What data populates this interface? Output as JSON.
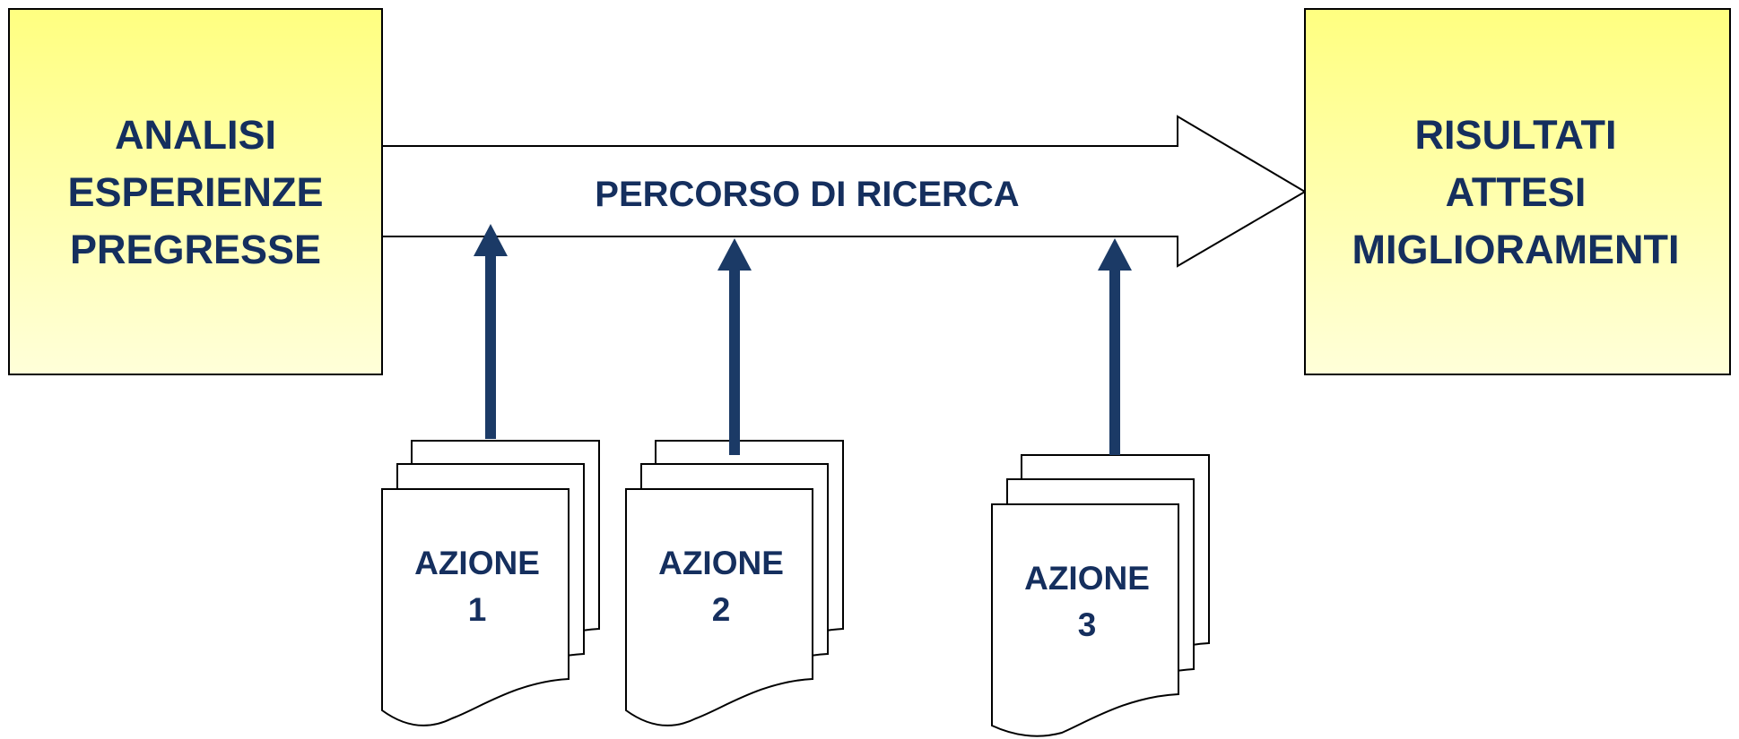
{
  "diagram": {
    "start_box": {
      "lines": [
        "ANALISI",
        "ESPERIENZE",
        "PREGRESSE"
      ]
    },
    "end_box": {
      "lines": [
        "RISULTATI",
        "ATTESI",
        "MIGLIORAMENTI"
      ]
    },
    "main_arrow": {
      "label": "PERCORSO DI RICERCA"
    },
    "actions": [
      {
        "line1": "AZIONE",
        "line2": "1"
      },
      {
        "line1": "AZIONE",
        "line2": "2"
      },
      {
        "line1": "AZIONE",
        "line2": "3"
      }
    ]
  },
  "colors": {
    "text": "#152f5e",
    "box_gradient_top": "#ffff80",
    "box_gradient_bottom": "#ffffd9",
    "action_arrow": "#1b3a66",
    "outline": "#000000"
  }
}
